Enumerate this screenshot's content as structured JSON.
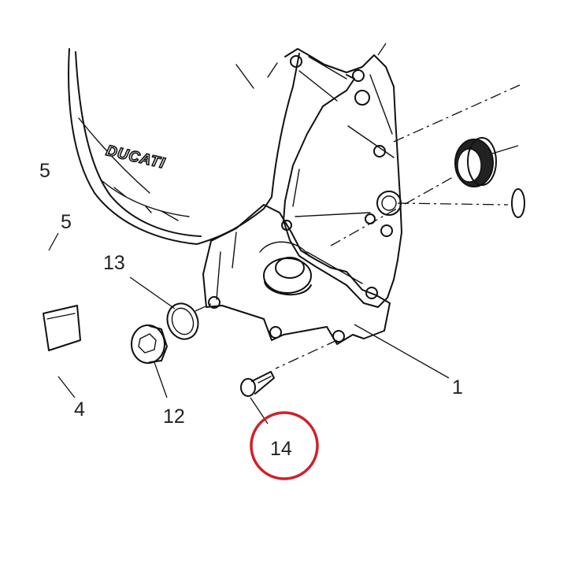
{
  "diagram": {
    "brand_text": "DUCATI",
    "callouts": {
      "c1": "1",
      "c4": "4",
      "c5": "5",
      "c5_cut": "5",
      "c12": "12",
      "c13": "13",
      "c14": "14"
    },
    "highlight": {
      "target": "14",
      "color": "#d0202a"
    },
    "line_color": "#111111"
  }
}
